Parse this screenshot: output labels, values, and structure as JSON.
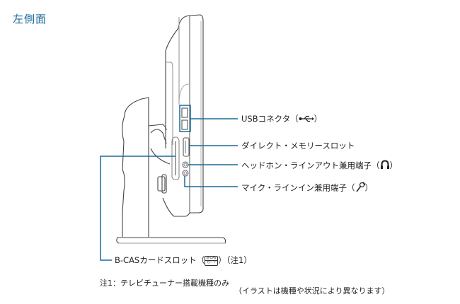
{
  "page": {
    "title": "左側面"
  },
  "callouts": [
    {
      "id": "usb",
      "label": "USBコネクタ",
      "paren_open": "（",
      "paren_close": "）",
      "icon": "usb-icon"
    },
    {
      "id": "memory",
      "label": "ダイレクト・メモリースロット"
    },
    {
      "id": "headphone",
      "label": "ヘッドホン・ラインアウト兼用端子",
      "paren_open": "（",
      "paren_close": "）",
      "icon": "headphone-icon"
    },
    {
      "id": "mic",
      "label": "マイク・ラインイン兼用端子",
      "paren_open": "（",
      "paren_close": "）",
      "icon": "microphone-icon"
    },
    {
      "id": "bcas",
      "label": "B-CASカードスロット",
      "paren_open": "（",
      "paren_close": "）",
      "suffix": "（注1）",
      "icon": "bcas-card-icon",
      "icon_text_top": "B-CAS",
      "icon_text_bottom": "カード"
    }
  ],
  "notes": {
    "footnote": "注1：テレビチューナー搭載機種のみ",
    "disclaimer": "（イラストは機種や状況により異なります）"
  },
  "colors": {
    "accent": "#1b6a99",
    "outline": "#444444",
    "light_outline": "#aaaaaa"
  }
}
